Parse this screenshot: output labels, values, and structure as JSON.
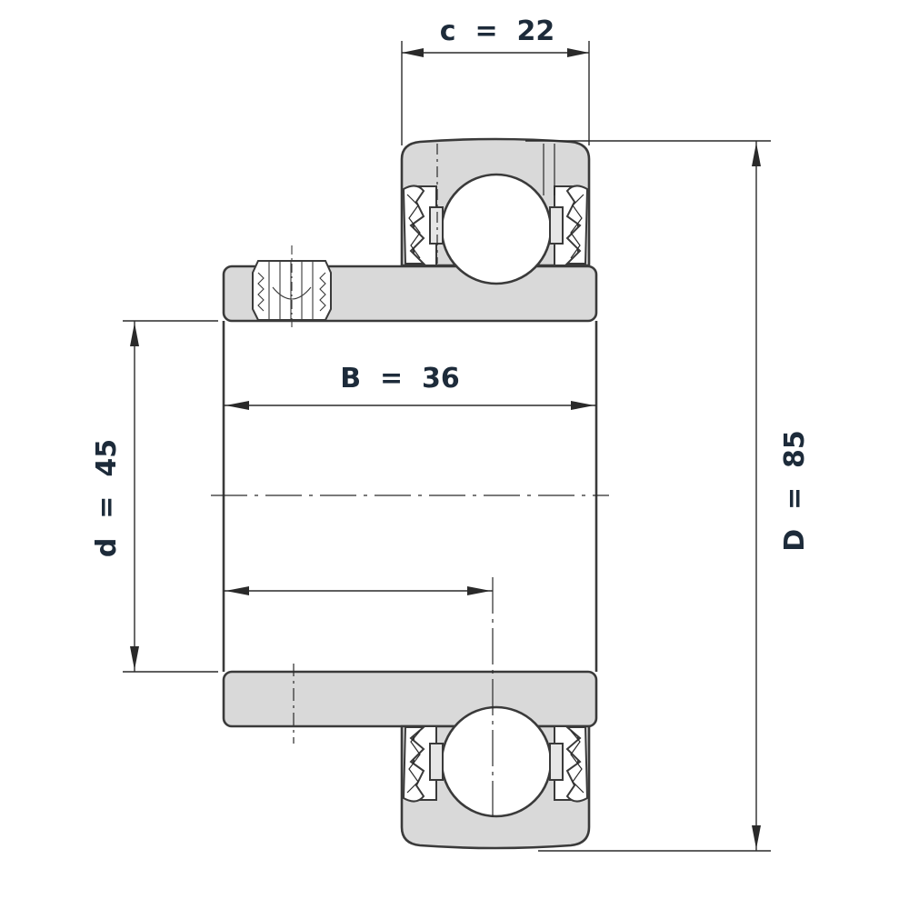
{
  "dimensions": {
    "c": "c = 22",
    "B": "B = 36",
    "d": "d = 45",
    "D": "D = 85"
  }
}
